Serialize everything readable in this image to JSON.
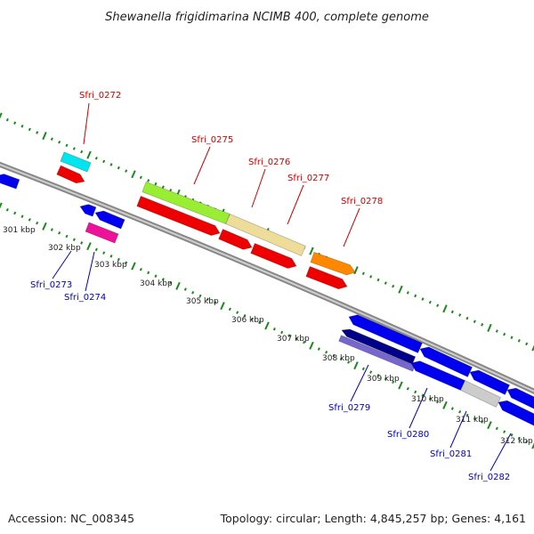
{
  "title": "Shewanella frigidimarina NCIMB 400, complete genome",
  "footer": {
    "accession": "Accession: NC_008345",
    "topology": "Topology: circular; Length: 4,845,257 bp; Genes: 4,161"
  },
  "scale_labels": [
    "301 kbp",
    "302 kbp",
    "303 kbp",
    "304 kbp",
    "305 kbp",
    "306 kbp",
    "307 kbp",
    "308 kbp",
    "309 kbp",
    "310 kbp",
    "311 kbp",
    "312 kbp"
  ],
  "gene_labels_forward": [
    "Sfri_0272",
    "Sfri_0275",
    "Sfri_0276",
    "Sfri_0277",
    "Sfri_0278"
  ],
  "gene_labels_reverse": [
    "Sfri_0273",
    "Sfri_0274",
    "Sfri_0279",
    "Sfri_0280",
    "Sfri_0281",
    "Sfri_0282"
  ],
  "colors": {
    "forward_label": "#cc0000",
    "reverse_label": "#0000bb",
    "backbone": "#888888",
    "tick": "#1a8a1a",
    "red": "#ee0000",
    "blue": "#0000ee",
    "cyan": "#00e5ee",
    "lime": "#99ee33",
    "khaki": "#eedd99",
    "orange": "#ff8800",
    "magenta": "#ee1199",
    "navy": "#000088",
    "slate": "#7766cc",
    "lightgray": "#cccccc"
  }
}
